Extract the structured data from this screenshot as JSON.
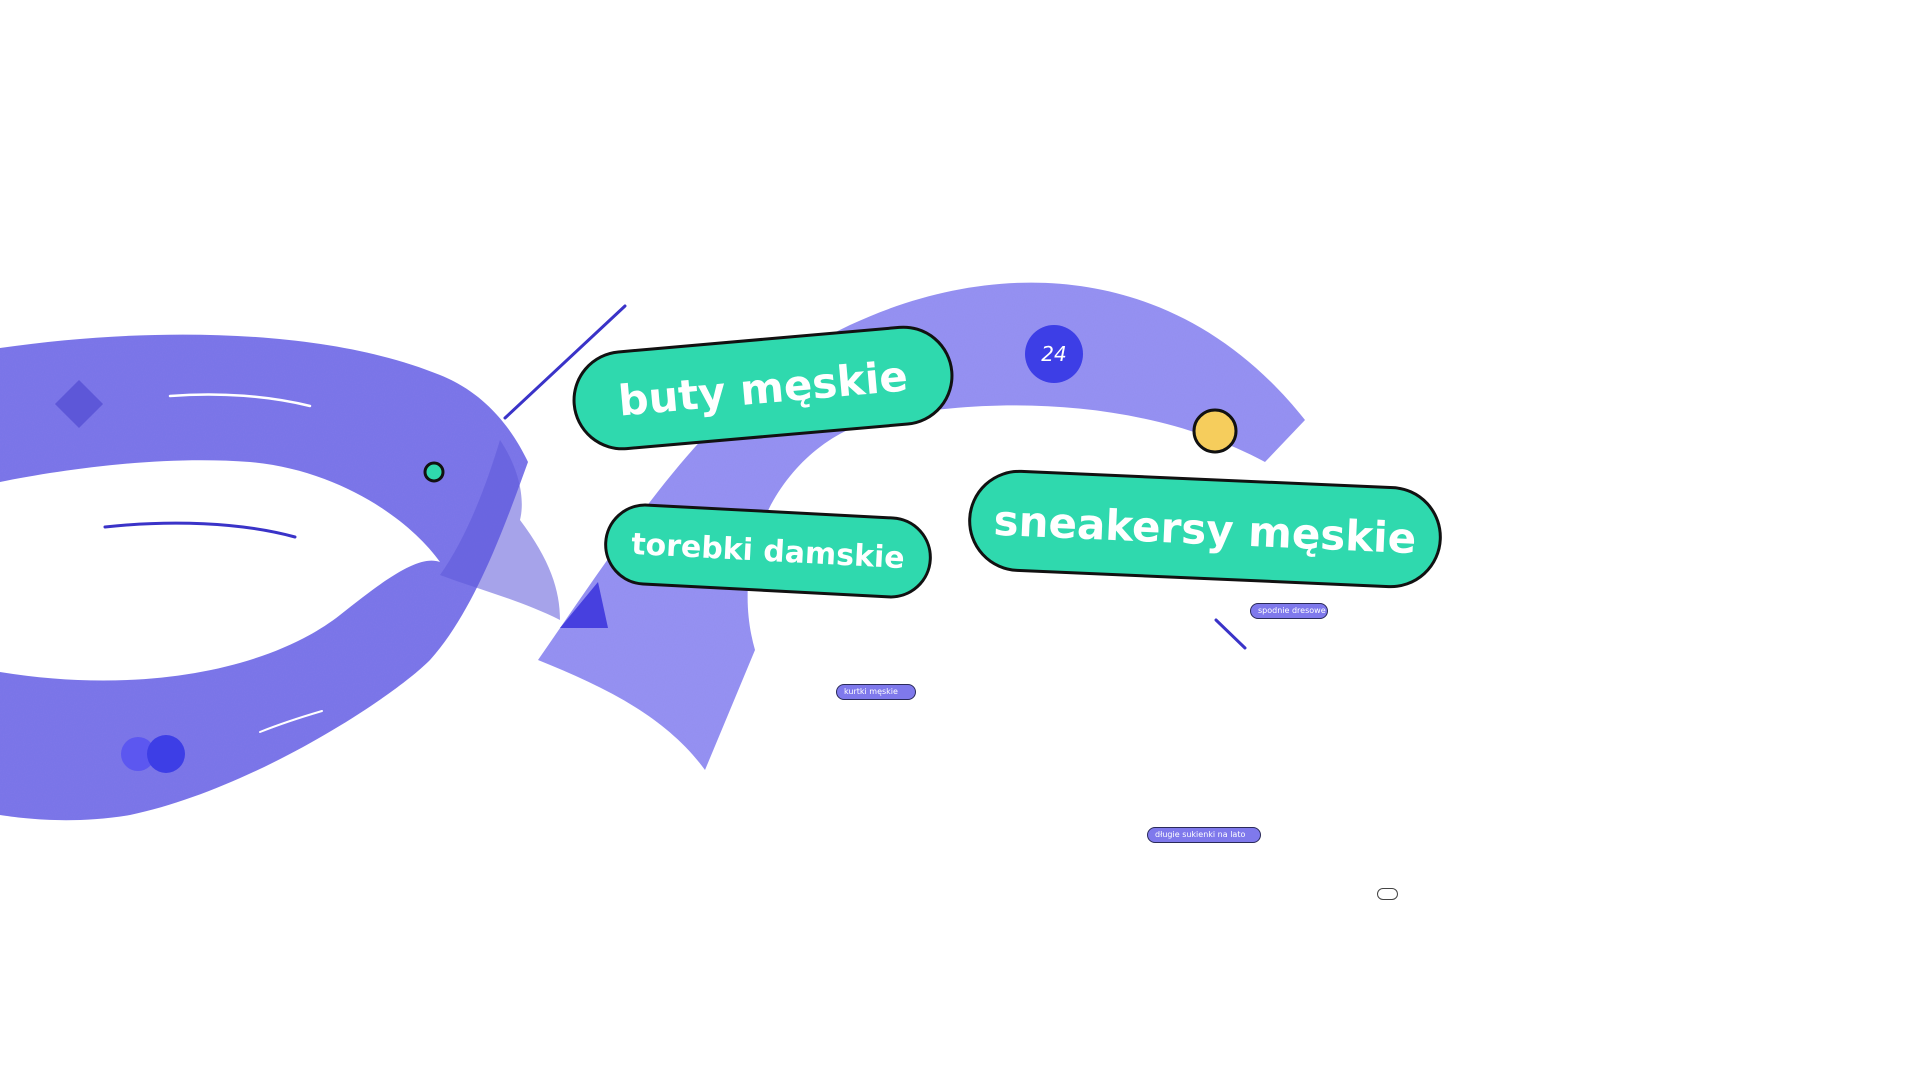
{
  "search_tags": {
    "buty": "buty męskie",
    "torebki": "torebki damskie",
    "sneakersy": "sneakersy męskie",
    "kurtki": "kurtki męskie",
    "spodnie": "spodnie dresowe",
    "sukienki": "długie sukienki na lato"
  },
  "badge_number": "24",
  "colors": {
    "ribbon": "#7c76ea",
    "ribbon_light": "#9691f3",
    "tag_green": "#2fd9ae",
    "badge_blue": "#3d3ee6",
    "accent_yellow": "#f6cd5c"
  }
}
